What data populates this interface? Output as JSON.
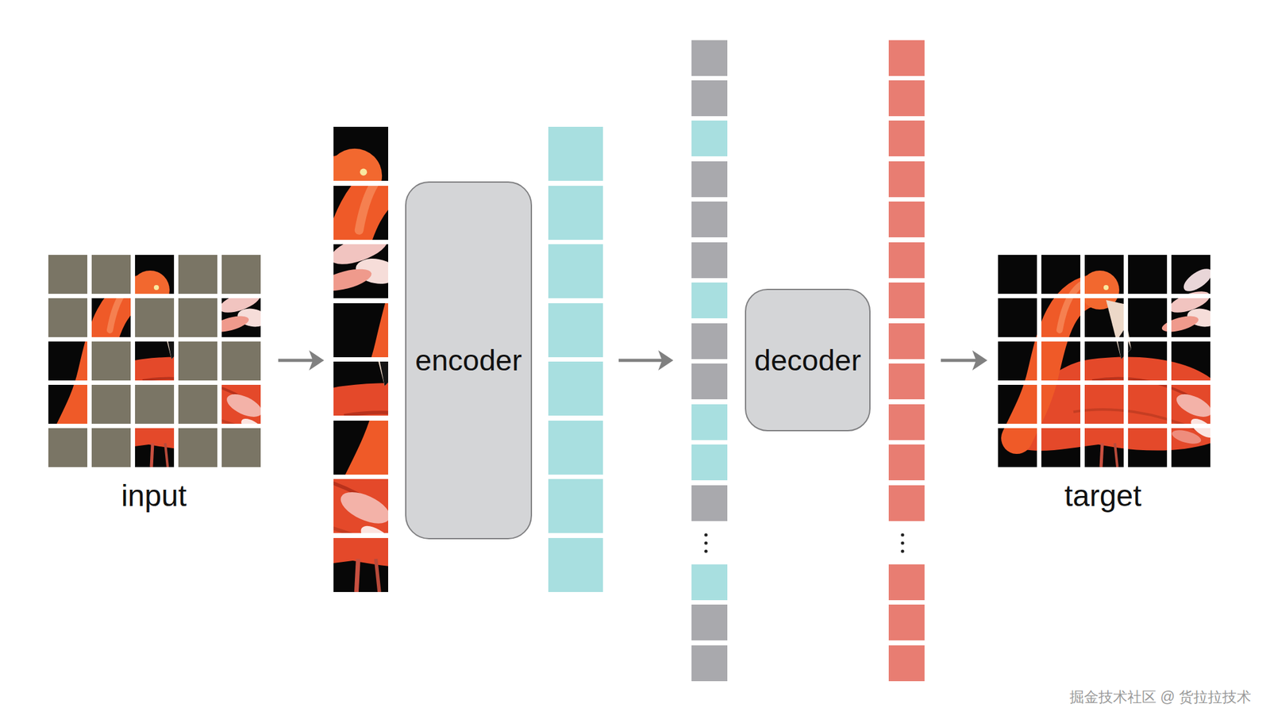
{
  "diagram": {
    "nodes": [
      {
        "text": [
          "encoder"
        ]
      },
      {
        "text": [
          "decoder"
        ]
      }
    ],
    "labels": [
      "input",
      "target",
      "掘金技术社区 @ 货拉拉技术"
    ]
  }
}
